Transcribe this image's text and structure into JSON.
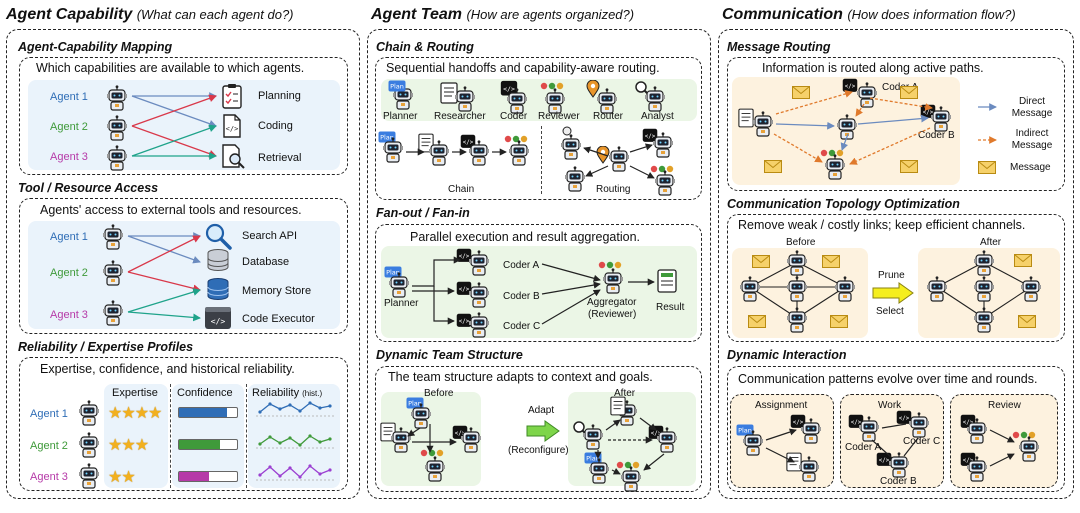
{
  "columns": {
    "capability": {
      "title": "Agent Capability",
      "subtitle": "(What can each agent do?)"
    },
    "team": {
      "title": "Agent Team",
      "subtitle": "(How are agents organized?)"
    },
    "communication": {
      "title": "Communication",
      "subtitle": "(How does information flow?)"
    }
  },
  "capability_mapping": {
    "title": "Agent-Capability Mapping",
    "caption": "Which capabilities are available to which agents.",
    "agents": [
      "Agent 1",
      "Agent 2",
      "Agent 3"
    ],
    "capabilities": [
      "Planning",
      "Coding",
      "Retrieval"
    ]
  },
  "tool_access": {
    "title": "Tool / Resource Access",
    "caption": "Agents' access to external tools and resources.",
    "agents": [
      "Agent 1",
      "Agent 2",
      "Agent 3"
    ],
    "tools": [
      "Search API",
      "Database",
      "Memory Store",
      "Code Executor"
    ]
  },
  "reliability": {
    "title": "Reliability / Expertise Profiles",
    "caption": "Expertise, confidence, and historical reliability.",
    "headers": {
      "expertise": "Expertise",
      "confidence": "Confidence",
      "reliability": "Reliability",
      "reliability_note": "(hist.)"
    },
    "rows": [
      {
        "agent": "Agent 1",
        "stars": "★★★★",
        "confidence": 0.82,
        "color": "#2f6db6"
      },
      {
        "agent": "Agent 2",
        "stars": "★★★",
        "confidence": 0.7,
        "color": "#3f9a3a"
      },
      {
        "agent": "Agent 3",
        "stars": "★★",
        "confidence": 0.52,
        "color": "#b63aa8"
      }
    ]
  },
  "chain_routing": {
    "title": "Chain & Routing",
    "caption": "Sequential handoffs and capability-aware routing.",
    "roles": [
      "Planner",
      "Researcher",
      "Coder",
      "Reviewer",
      "Router",
      "Analyst"
    ],
    "chain_label": "Chain",
    "routing_label": "Routing"
  },
  "fan": {
    "title": "Fan-out / Fan-in",
    "caption": "Parallel execution and result aggregation.",
    "planner": "Planner",
    "coders": [
      "Coder A",
      "Coder B",
      "Coder C"
    ],
    "aggregator": "Aggregator",
    "aggregator_note": "(Reviewer)",
    "result": "Result"
  },
  "dynamic_team": {
    "title": "Dynamic Team Structure",
    "caption": "The team structure adapts to context and goals.",
    "before": "Before",
    "after": "After",
    "adapt": "Adapt",
    "adapt_note": "(Reconfigure)"
  },
  "message_routing": {
    "title": "Message Routing",
    "caption": "Information is routed along active paths.",
    "coder_a": "Coder A",
    "coder_b": "Coder B",
    "legend": {
      "direct": "Direct Message",
      "indirect": "Indirect Message",
      "message": "Message"
    }
  },
  "topology": {
    "title": "Communication Topology Optimization",
    "caption": "Remove weak / costly links; keep efficient channels.",
    "before": "Before",
    "after": "After",
    "prune": "Prune",
    "select": "Select"
  },
  "dynamic_interaction": {
    "title": "Dynamic Interaction",
    "caption": "Communication patterns evolve over time and rounds.",
    "phases": [
      "Assignment",
      "Work",
      "Review"
    ],
    "coders": [
      "Coder A",
      "Coder B",
      "Coder C"
    ]
  },
  "colors": {
    "agent1": "#2f6db6",
    "agent2": "#3f9a3a",
    "agent3": "#b63aa8",
    "edge_blue": "#6b8bbf",
    "edge_red": "#d9384a",
    "edge_teal": "#1fa38a",
    "dashed_orange": "#e07a2c"
  }
}
